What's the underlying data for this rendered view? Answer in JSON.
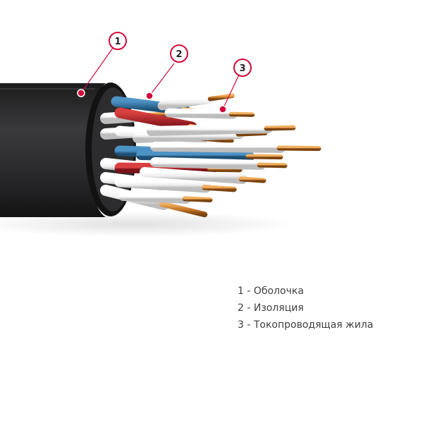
{
  "callouts": [
    {
      "number": "1"
    },
    {
      "number": "2"
    },
    {
      "number": "3"
    }
  ],
  "legend": [
    {
      "text": "1 - Оболочка"
    },
    {
      "text": "2 - Изоляция"
    },
    {
      "text": "3 - Токопроводящая жила"
    }
  ],
  "colors": {
    "callout": "#d20a3c",
    "sheath": "#1f1f20",
    "insulation_white": "#f2f2f2",
    "insulation_blue": "#2a6f9c",
    "insulation_red": "#b3202a",
    "copper": "#c8782a",
    "legend_text": "#3f3f3f"
  }
}
